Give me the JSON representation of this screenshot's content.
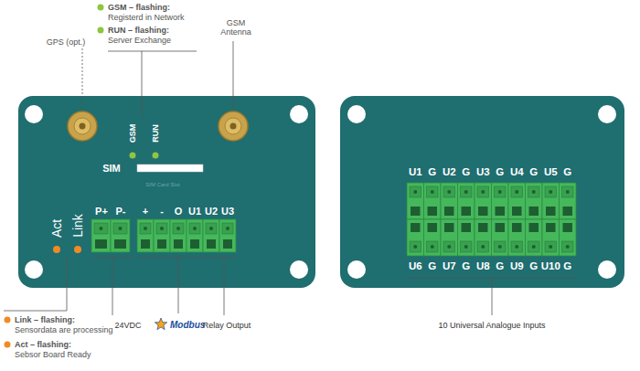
{
  "diagram": {
    "labels": [
      "GSM – flashing:",
      "Registerd in Network",
      "RUN – flashing:",
      "Server Exchange",
      "GPS (opt.)",
      "GSM Antenna",
      "GSM",
      "RUN",
      "SIM",
      "SIM Card Slot",
      "Act",
      "Link",
      "P+",
      "P-",
      "+",
      "-",
      "O",
      "U1",
      "U2",
      "U3",
      "Link – flashing:",
      "Sensordata are processing",
      "Act – flashing:",
      "Sebsor Board Ready",
      "24VDC",
      "Modbus",
      "Relay Output",
      "10 Universal Analogue Inputs",
      "U1",
      "G",
      "U2",
      "G",
      "U3",
      "G",
      "U4",
      "G",
      "U5",
      "G",
      "U6",
      "G",
      "U7",
      "G",
      "U8",
      "G",
      "U9",
      "G",
      "U10",
      "G"
    ]
  }
}
